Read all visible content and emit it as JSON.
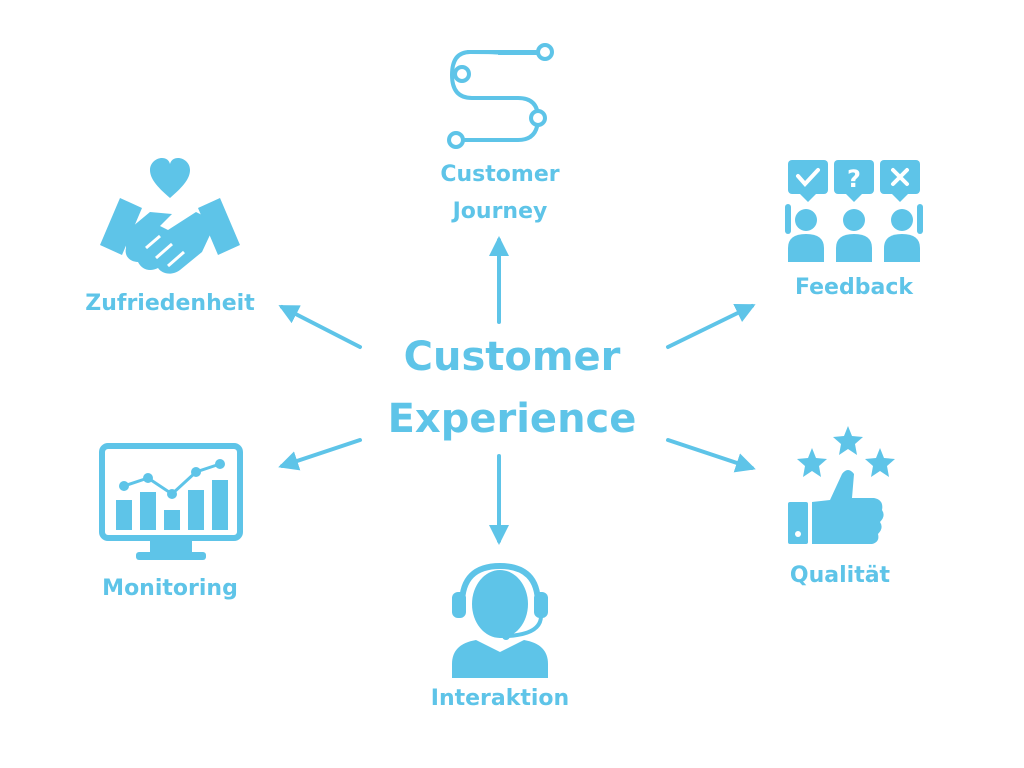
{
  "center": {
    "line1": "Customer",
    "line2": "Experience"
  },
  "nodes": {
    "journey": {
      "line1": "Customer",
      "line2": "Journey",
      "icon": "path-route-icon"
    },
    "zufriedenheit": {
      "label": "Zufriedenheit",
      "icon": "handshake-heart-icon"
    },
    "feedback": {
      "label": "Feedback",
      "icon": "feedback-people-icon"
    },
    "monitoring": {
      "label": "Monitoring",
      "icon": "monitor-chart-icon"
    },
    "interaktion": {
      "label": "Interaktion",
      "icon": "headset-agent-icon"
    },
    "qualitaet": {
      "label": "Qualität",
      "icon": "thumbs-up-stars-icon"
    }
  },
  "colors": {
    "accent": "#5ec4e8",
    "background": "#ffffff"
  }
}
